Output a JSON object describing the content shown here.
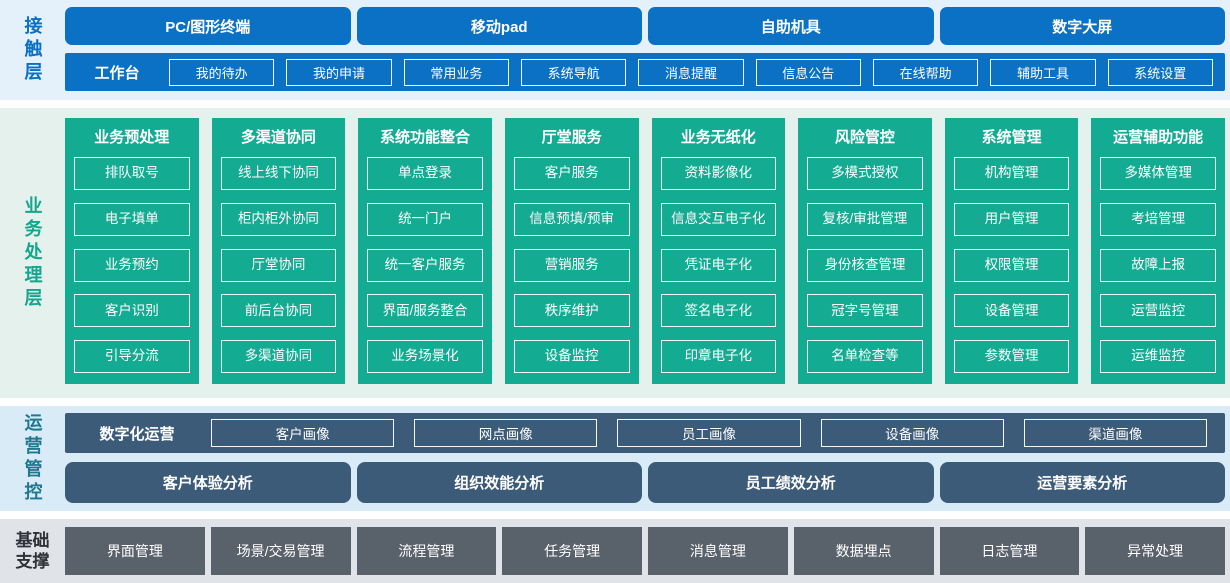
{
  "colors": {
    "blue": "#0b71c4",
    "blue_band_bg": "#e4f1fa",
    "green": "#13ac92",
    "green_band_bg": "#e4f1ec",
    "navy": "#3c5b79",
    "ops_band_bg": "#d9ebf7",
    "gray_box": "#59626b",
    "gray_band_bg": "#e0e3e8"
  },
  "contact_layer": {
    "label": "接触层",
    "devices": {
      "pc": "PC/图形终端",
      "pad": "移动pad",
      "self_service": "自助机具",
      "big_screen": "数字大屏"
    },
    "workbench": {
      "label": "工作台",
      "items": {
        "0": "我的待办",
        "1": "我的申请",
        "2": "常用业务",
        "3": "系统导航",
        "4": "消息提醒",
        "5": "信息公告",
        "6": "在线帮助",
        "7": "辅助工具",
        "8": "系统设置"
      }
    }
  },
  "business_layer": {
    "label": "业务处理层",
    "columns": {
      "0": {
        "title": "业务预处理",
        "items": {
          "0": "排队取号",
          "1": "电子填单",
          "2": "业务预约",
          "3": "客户识别",
          "4": "引导分流"
        }
      },
      "1": {
        "title": "多渠道协同",
        "items": {
          "0": "线上线下协同",
          "1": "柜内柜外协同",
          "2": "厅堂协同",
          "3": "前后台协同",
          "4": "多渠道协同"
        }
      },
      "2": {
        "title": "系统功能整合",
        "items": {
          "0": "单点登录",
          "1": "统一门户",
          "2": "统一客户服务",
          "3": "界面/服务整合",
          "4": "业务场景化"
        }
      },
      "3": {
        "title": "厅堂服务",
        "items": {
          "0": "客户服务",
          "1": "信息预填/预审",
          "2": "营销服务",
          "3": "秩序维护",
          "4": "设备监控"
        }
      },
      "4": {
        "title": "业务无纸化",
        "items": {
          "0": "资料影像化",
          "1": "信息交互电子化",
          "2": "凭证电子化",
          "3": "签名电子化",
          "4": "印章电子化"
        }
      },
      "5": {
        "title": "风险管控",
        "items": {
          "0": "多模式授权",
          "1": "复核/审批管理",
          "2": "身份核查管理",
          "3": "冠字号管理",
          "4": "名单检查等"
        }
      },
      "6": {
        "title": "系统管理",
        "items": {
          "0": "机构管理",
          "1": "用户管理",
          "2": "权限管理",
          "3": "设备管理",
          "4": "参数管理"
        }
      },
      "7": {
        "title": "运营辅助功能",
        "items": {
          "0": "多媒体管理",
          "1": "考培管理",
          "2": "故障上报",
          "3": "运营监控",
          "4": "运维监控"
        }
      }
    }
  },
  "operations_layer": {
    "label": "运营管控",
    "digital_ops": {
      "label": "数字化运营",
      "items": {
        "0": "客户画像",
        "1": "网点画像",
        "2": "员工画像",
        "3": "设备画像",
        "4": "渠道画像"
      }
    },
    "analysis": {
      "0": "客户体验分析",
      "1": "组织效能分析",
      "2": "员工绩效分析",
      "3": "运营要素分析"
    }
  },
  "support_layer": {
    "label": "基础支撑",
    "items": {
      "0": "界面管理",
      "1": "场景/交易管理",
      "2": "流程管理",
      "3": "任务管理",
      "4": "消息管理",
      "5": "数据埋点",
      "6": "日志管理",
      "7": "异常处理"
    }
  }
}
